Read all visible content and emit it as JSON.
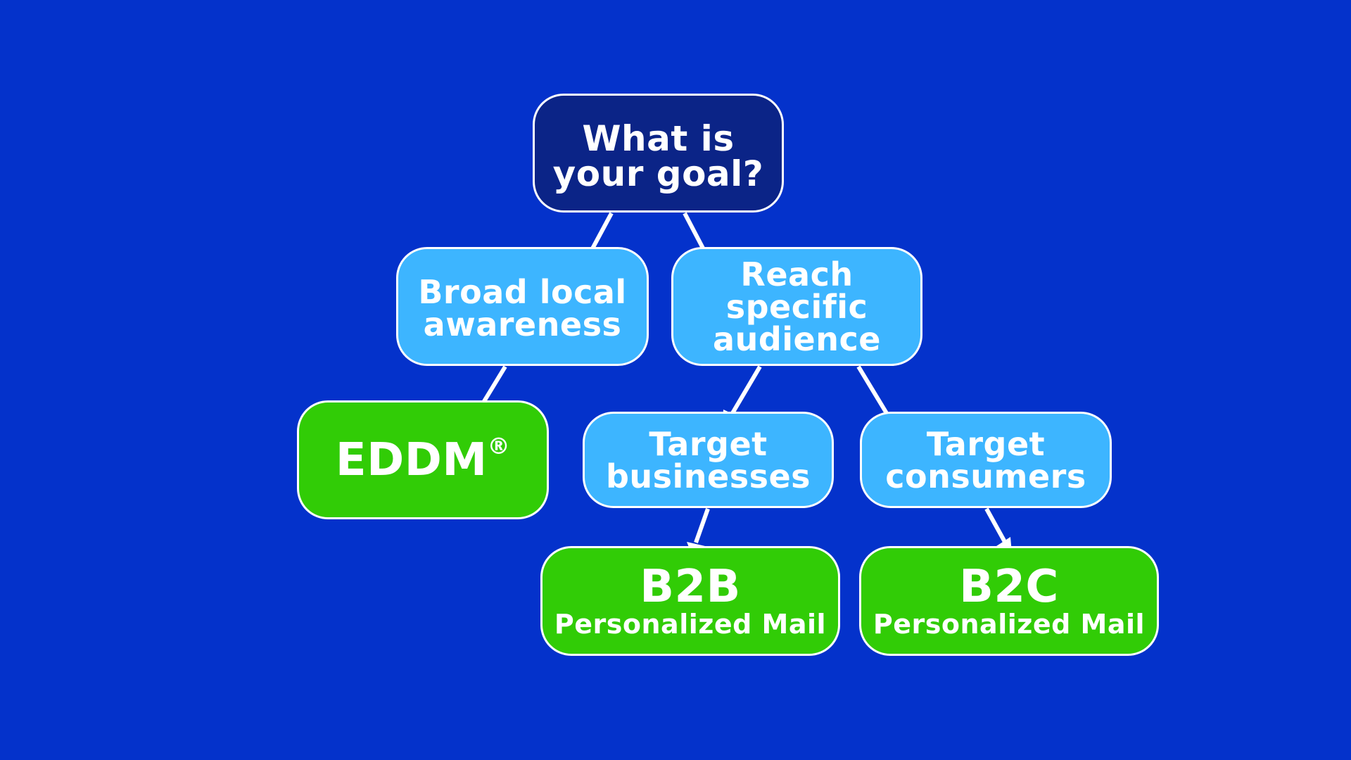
{
  "diagram": {
    "title": "What is your goal?",
    "colors": {
      "background": "#0432cb",
      "question": "#0b2487",
      "option": "#3db5ff",
      "result": "#31cc06",
      "text": "#ffffff",
      "border": "#ffffff"
    },
    "nodes": {
      "goal": {
        "type": "question",
        "lines": [
          "What is",
          "your goal?"
        ]
      },
      "broad": {
        "type": "option",
        "lines": [
          "Broad local",
          "awareness"
        ]
      },
      "reach": {
        "type": "option",
        "lines": [
          "Reach",
          "specific",
          "audience"
        ]
      },
      "eddm": {
        "type": "result",
        "title": "EDDM",
        "mark": "®"
      },
      "businesses": {
        "type": "option",
        "lines": [
          "Target",
          "businesses"
        ]
      },
      "consumers": {
        "type": "option",
        "lines": [
          "Target",
          "consumers"
        ]
      },
      "b2b": {
        "type": "result",
        "title": "B2B",
        "subtitle": "Personalized Mail"
      },
      "b2c": {
        "type": "result",
        "title": "B2C",
        "subtitle": "Personalized Mail"
      }
    },
    "edges": [
      {
        "from": "goal",
        "to": "broad"
      },
      {
        "from": "goal",
        "to": "reach"
      },
      {
        "from": "broad",
        "to": "eddm"
      },
      {
        "from": "reach",
        "to": "businesses"
      },
      {
        "from": "reach",
        "to": "consumers"
      },
      {
        "from": "businesses",
        "to": "b2b"
      },
      {
        "from": "consumers",
        "to": "b2c"
      }
    ]
  }
}
